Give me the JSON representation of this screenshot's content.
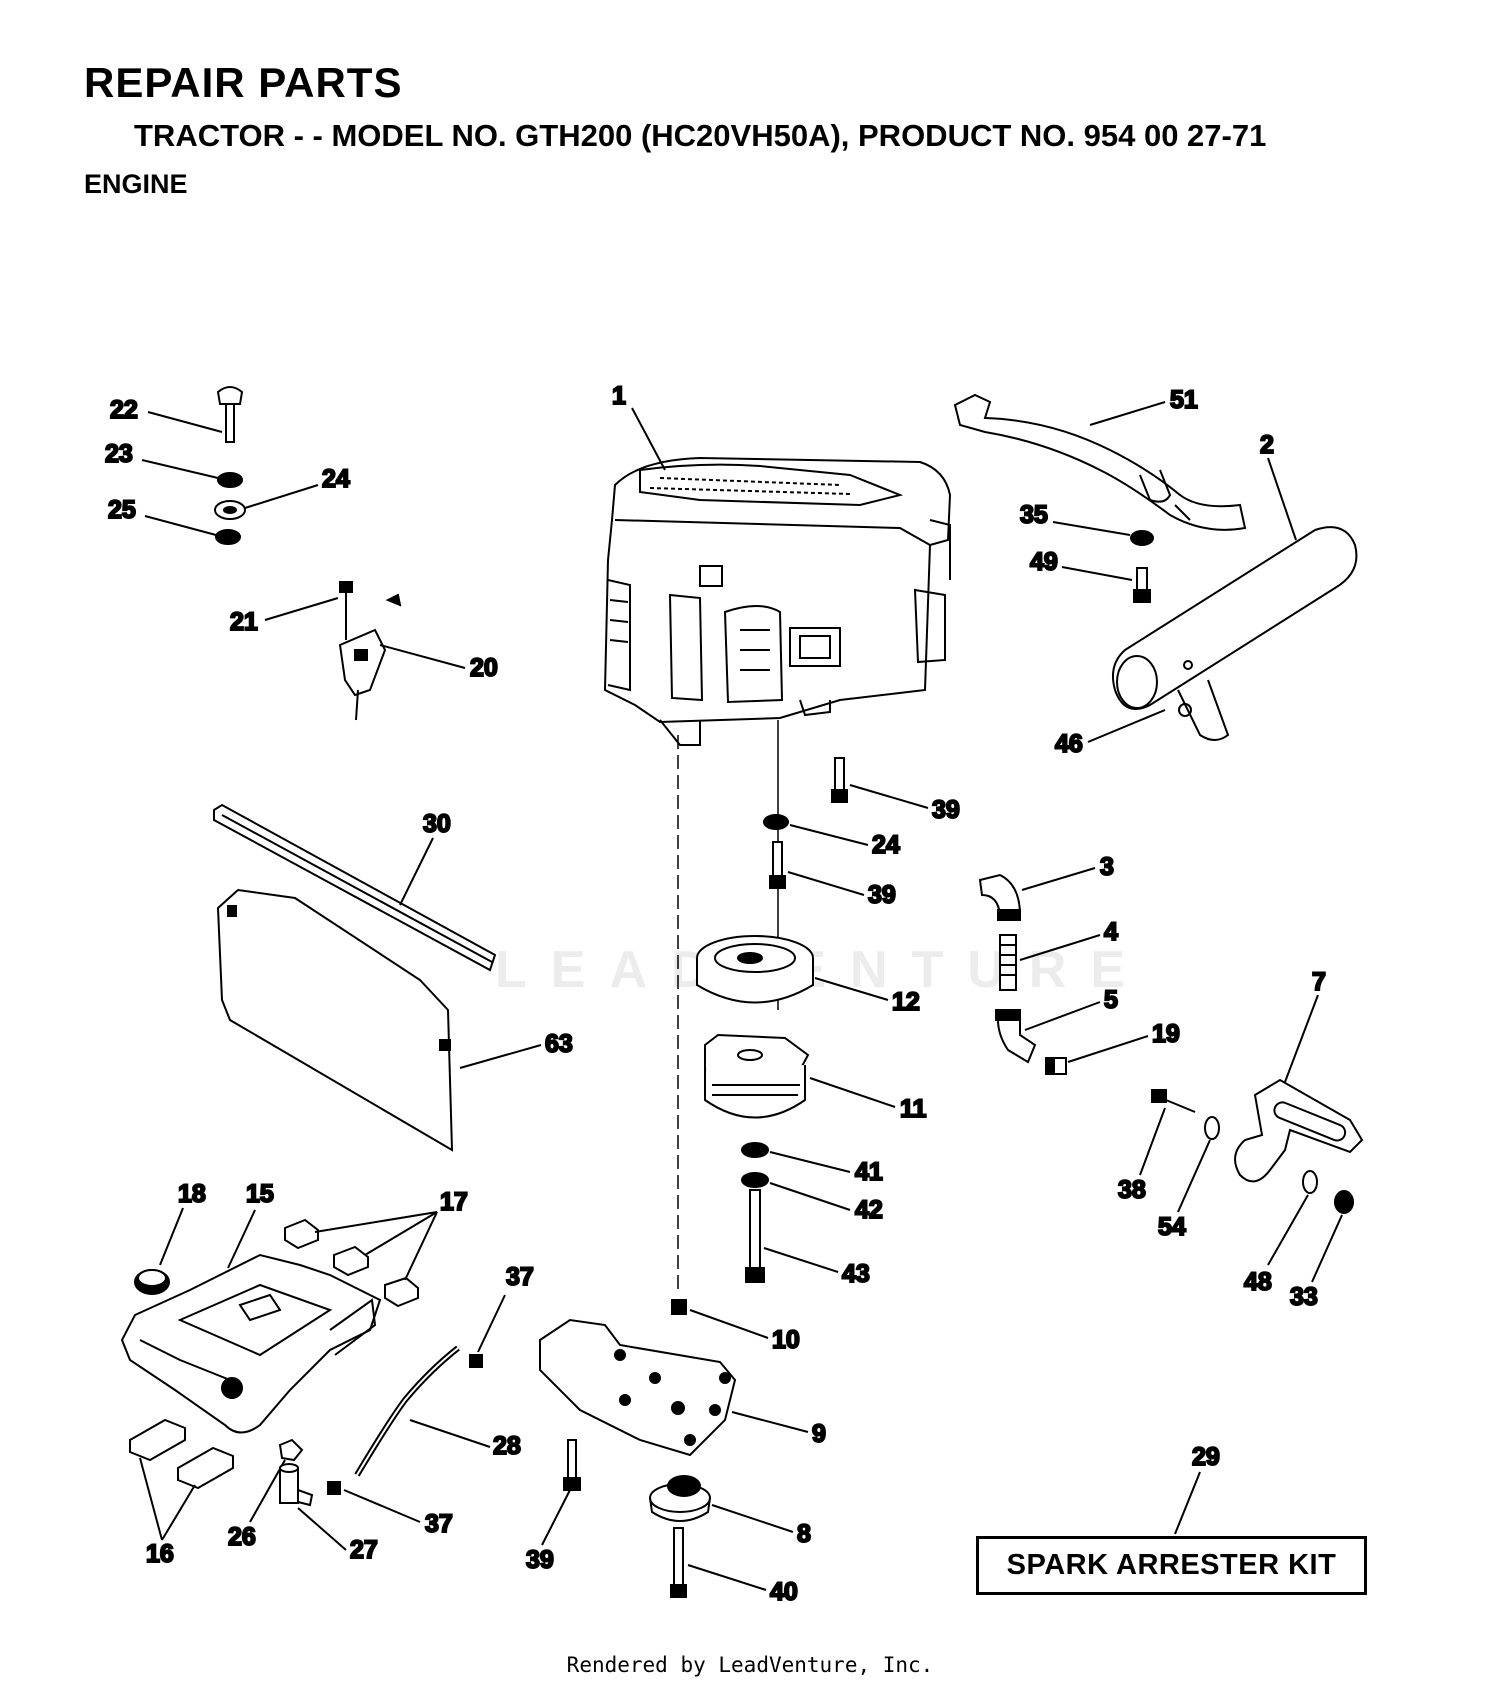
{
  "header": {
    "title": "REPAIR PARTS",
    "subtitle": "TRACTOR - - MODEL NO. GTH200 (HC20VH50A), PRODUCT NO. 954 00 27-71",
    "section": "ENGINE"
  },
  "kit_label": "SPARK ARRESTER KIT",
  "watermark": "LEADVENTURE",
  "footer": "Rendered by LeadVenture, Inc.",
  "callouts": {
    "c1": "1",
    "c2": "2",
    "c3": "3",
    "c4": "4",
    "c5": "5",
    "c7": "7",
    "c8": "8",
    "c9": "9",
    "c10": "10",
    "c11": "11",
    "c12": "12",
    "c15": "15",
    "c16": "16",
    "c17": "17",
    "c18": "18",
    "c19": "19",
    "c20": "20",
    "c21": "21",
    "c22": "22",
    "c23": "23",
    "c24a": "24",
    "c24b": "24",
    "c25": "25",
    "c26": "26",
    "c27": "27",
    "c28": "28",
    "c29": "29",
    "c30": "30",
    "c33": "33",
    "c35": "35",
    "c37a": "37",
    "c37b": "37",
    "c38": "38",
    "c39a": "39",
    "c39b": "39",
    "c39c": "39",
    "c40": "40",
    "c41": "41",
    "c42": "42",
    "c43": "43",
    "c46": "46",
    "c48": "48",
    "c49": "49",
    "c51": "51",
    "c54": "54",
    "c63": "63"
  }
}
